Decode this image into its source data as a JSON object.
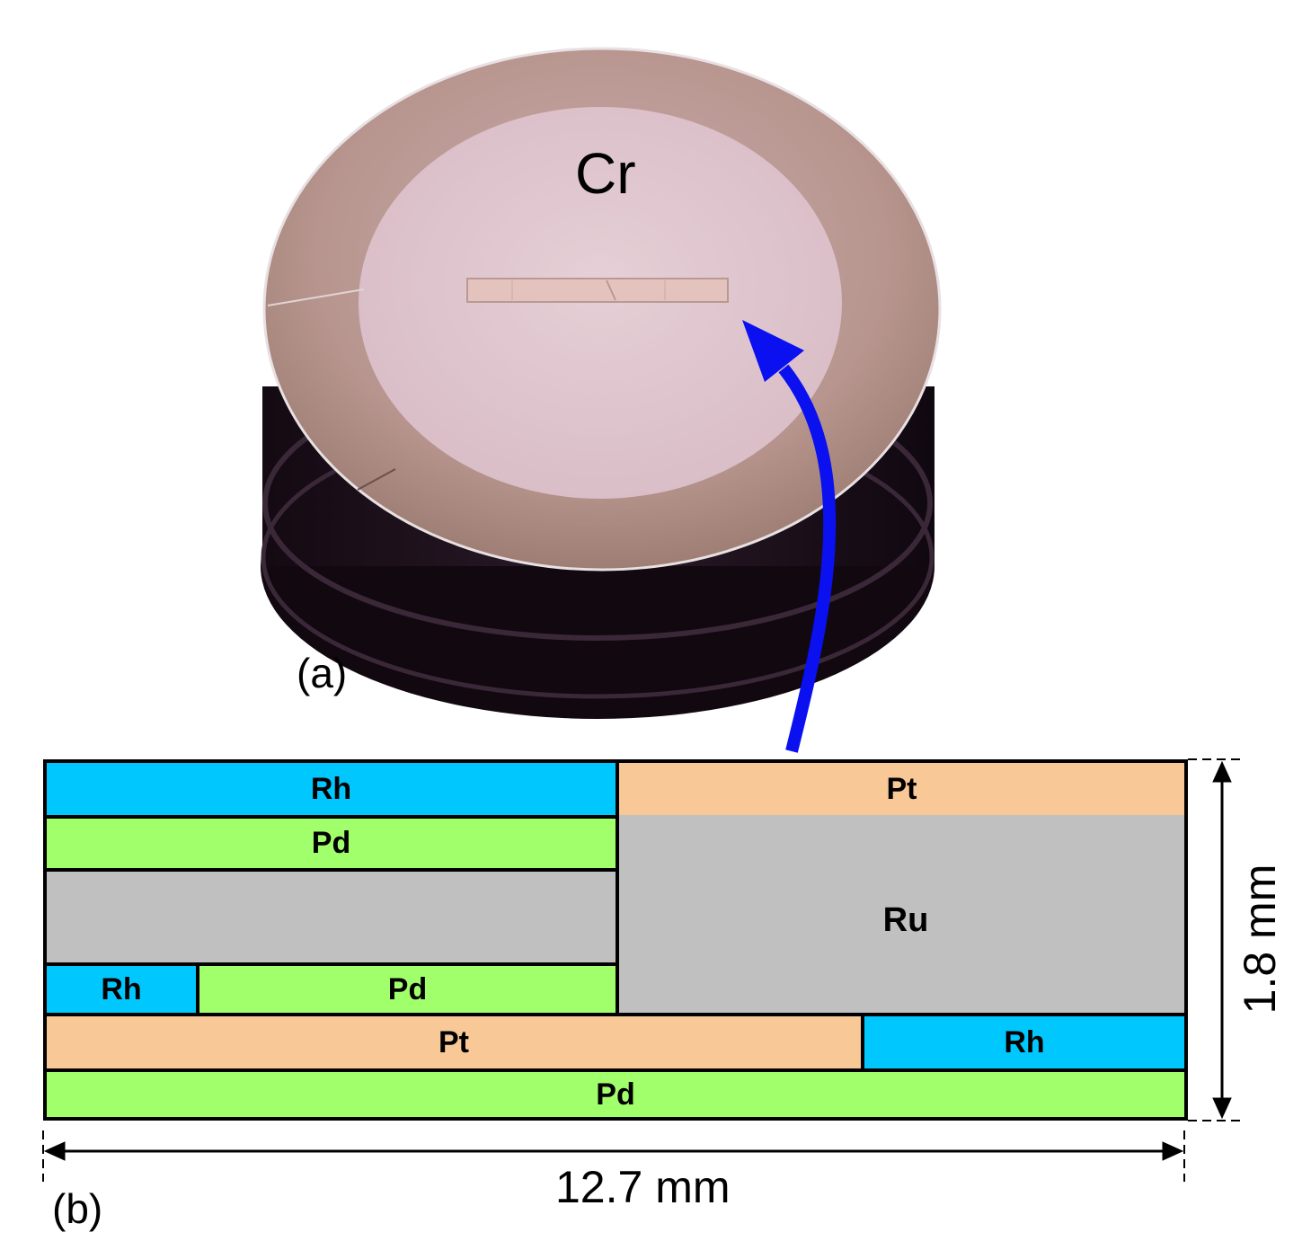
{
  "panel_a": {
    "label": "(a)",
    "surface_element": "Cr"
  },
  "panel_b": {
    "label": "(b)",
    "width_dimension": "12.7 mm",
    "height_dimension": "1.8 mm",
    "layers": {
      "top_left_rh": "Rh",
      "top_right_pt": "Pt",
      "second_left_pd": "Pd",
      "core_ru": "Ru",
      "small_rh": "Rh",
      "mid_pd": "Pd",
      "lower_pt": "Pt",
      "lower_rh": "Rh",
      "bottom_pd": "Pd"
    }
  },
  "colors": {
    "rh": "#00c8ff",
    "pt": "#f8c896",
    "pd": "#a0ff6a",
    "ru": "#c0c0c0",
    "arrow": "#0a10f0"
  }
}
